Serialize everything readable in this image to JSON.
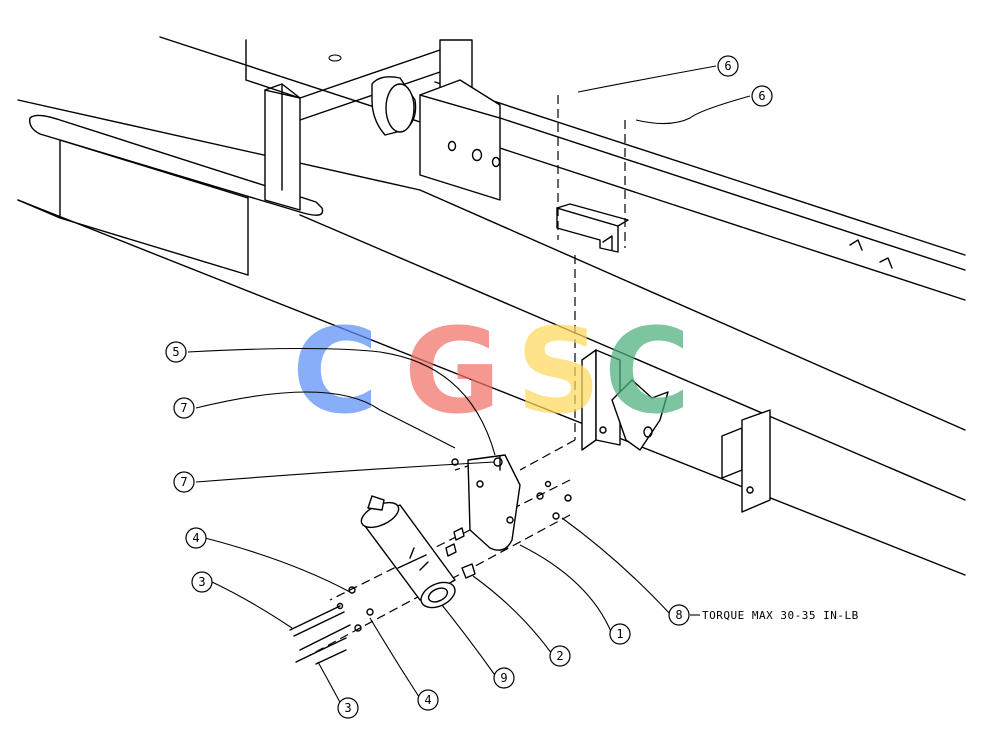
{
  "callouts": [
    {
      "id": "c1",
      "label": "1"
    },
    {
      "id": "c2",
      "label": "2"
    },
    {
      "id": "c3a",
      "label": "3"
    },
    {
      "id": "c3b",
      "label": "3"
    },
    {
      "id": "c4a",
      "label": "4"
    },
    {
      "id": "c4b",
      "label": "4"
    },
    {
      "id": "c5",
      "label": "5"
    },
    {
      "id": "c6a",
      "label": "6"
    },
    {
      "id": "c6b",
      "label": "6"
    },
    {
      "id": "c7a",
      "label": "7"
    },
    {
      "id": "c7b",
      "label": "7"
    },
    {
      "id": "c8",
      "label": "8"
    },
    {
      "id": "c9",
      "label": "9"
    }
  ],
  "note": {
    "torque": "TORQUE MAX 30-35 IN-LB"
  },
  "watermark": {
    "letters": [
      "C",
      "G",
      "S",
      "C"
    ],
    "colors": [
      "#5b8ff9",
      "#f07167",
      "#ffd95e",
      "#4caf7d"
    ]
  }
}
